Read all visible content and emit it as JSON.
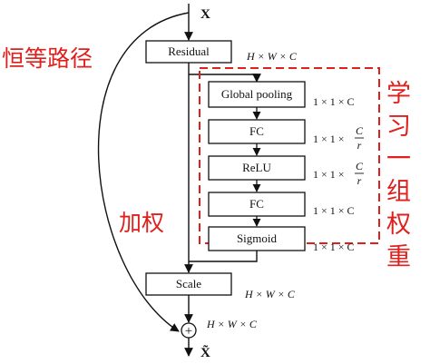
{
  "input_label": "X",
  "output_label": "X̃",
  "identity_path_label": "恒等路径",
  "weighting_label": "加权",
  "learn_weights_label": [
    "学",
    "习",
    "一",
    "组",
    "权",
    "重"
  ],
  "residual": {
    "label": "Residual",
    "dim": "H × W × C"
  },
  "se_blocks": [
    {
      "label": "Global pooling",
      "dim": "1 × 1 × C"
    },
    {
      "label": "FC",
      "dim_prefix": "1 × 1 ×",
      "frac_num": "C",
      "frac_den": "r"
    },
    {
      "label": "ReLU",
      "dim_prefix": "1 × 1 ×",
      "frac_num": "C",
      "frac_den": "r"
    },
    {
      "label": "FC",
      "dim": "1 × 1 × C"
    },
    {
      "label": "Sigmoid",
      "dim": "1 × 1 × C"
    }
  ],
  "scale": {
    "label": "Scale",
    "dim": "H × W × C"
  },
  "add_dim": "H × W × C",
  "add_symbol": "+",
  "colors": {
    "annotation": "#e0201c",
    "stroke": "#111111"
  }
}
